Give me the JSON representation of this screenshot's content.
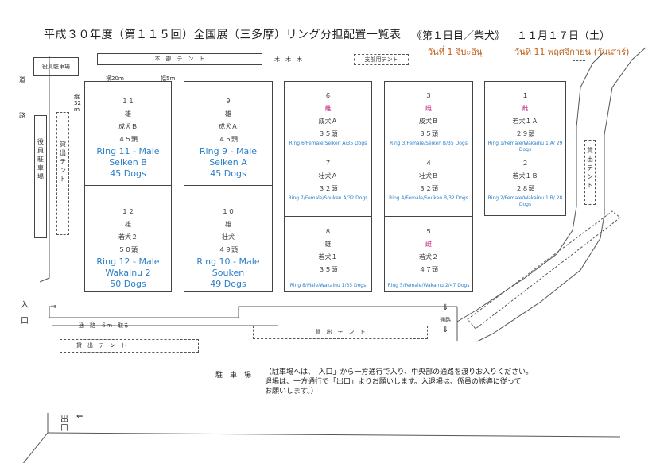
{
  "header": {
    "title": "平成３０年度（第１１５回）全国展（三多摩）リング分担配置一覧表",
    "day": "《第１日目／柴犬》",
    "date": "１１月１７日（土）",
    "thai_day": "วันที่ 1 จิบะอินุ",
    "thai_date": "วันที่ 11 พฤศจิกายน (วันเสาร์)"
  },
  "labels": {
    "officer_parking": "役員駐車場",
    "hq_tent": "本　部　テ　ン　ト",
    "trees": "木　木　木",
    "branch_tent": "支部用テント",
    "width20": "横20ｍ",
    "width5": "幅5ｍ",
    "height32": "縦32ｍ",
    "road_left_1": "道",
    "road_left_2": "路",
    "officer_parking_v": "役員駐車場",
    "rental_tent_v_left": "貸出テント",
    "rental_tent_v_right": "貸出テント",
    "entrance_top": "入",
    "entrance_bottom": "口",
    "aisle": "通　路　６ｍ　取る",
    "rental_tent_bottom": "貸　出　テ　ン　ト",
    "rental_tent_center": "貸　出　テ　ン　ト",
    "passage": "通路",
    "parking_title": "駐　車　場",
    "parking_note_1": "（駐車場へは、「入口」から一方通行で入り、中央部の通路を渡りお入りください。",
    "parking_note_2": "退場は、一方通行で「出口」よりお願いします。入退場は、係員の誘導に従って",
    "parking_note_3": "お願いします。）",
    "exit_top": "出",
    "exit_bottom": "口",
    "arrow_right": "⇒",
    "arrow_left": "⇐",
    "arrow_down": "⇓"
  },
  "rings": [
    {
      "num": "１１",
      "sex": "雄",
      "cls": "成犬Ｂ",
      "cnt": "４５頭",
      "en1": "Ring 11 - Male",
      "en2": "Seiken B",
      "en3": "45 Dogs"
    },
    {
      "num": "９",
      "sex": "雄",
      "cls": "成犬Ａ",
      "cnt": "４５頭",
      "en1": "Ring 9 - Male",
      "en2": "Seiken A",
      "en3": "45 Dogs"
    },
    {
      "num": "６",
      "sex": "雌",
      "cls": "成犬Ａ",
      "cnt": "３５頭",
      "en": "Ring 6/Female/Seiken A/35 Dogs"
    },
    {
      "num": "３",
      "sex": "雌",
      "cls": "成犬Ｂ",
      "cnt": "３５頭",
      "en": "Ring 3/Female/Seiken B/35 Dogs"
    },
    {
      "num": "１",
      "sex": "雌",
      "cls": "若犬１Ａ",
      "cnt": "２９頭",
      "en": "Ring 1/Female/Wakainu 1 A/ 29 Dogs"
    },
    {
      "num": "７",
      "sex": "",
      "cls": "壮犬Ａ",
      "cnt": "３２頭",
      "en": "Ring 7/Female/Souken A/32 Dogs"
    },
    {
      "num": "４",
      "sex": "",
      "cls": "壮犬Ｂ",
      "cnt": "３２頭",
      "en": "Ring 4/Female/Souken B/32 Dogs"
    },
    {
      "num": "２",
      "sex": "",
      "cls": "若犬１Ｂ",
      "cnt": "２８頭",
      "en": "Ring 2/Female/Wakainu 1 B/ 28 Dogs"
    },
    {
      "num": "１２",
      "sex": "雄",
      "cls": "若犬２",
      "cnt": "５０頭",
      "en1": "Ring 12 - Male",
      "en2": "Wakainu 2",
      "en3": "50 Dogs"
    },
    {
      "num": "１０",
      "sex": "雄",
      "cls": "壮犬",
      "cnt": "４９頭",
      "en1": "Ring 10 - Male",
      "en2": "Souken",
      "en3": "49 Dogs"
    },
    {
      "num": "８",
      "sex": "雄",
      "cls": "若犬１",
      "cnt": "３５頭",
      "en": "Ring 8/Male/Wakainu 1/35 Dogs"
    },
    {
      "num": "５",
      "sex": "雌",
      "cls": "若犬２",
      "cnt": "４７頭",
      "en": "Ring 5/Female/Wakainu 2/47 Dogs"
    }
  ],
  "colors": {
    "english_label": "#2a7fc9",
    "female_mark": "#c2187a",
    "thai_text": "#c06018"
  }
}
